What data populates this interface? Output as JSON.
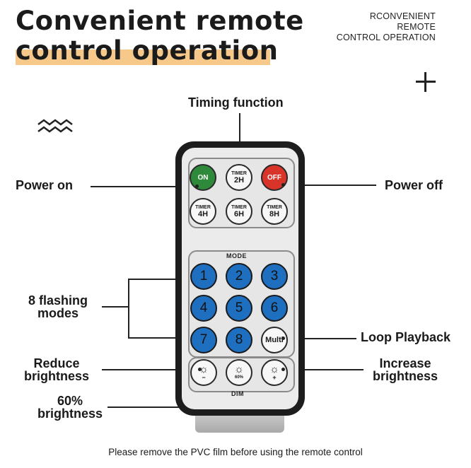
{
  "header": {
    "title_line1": "Convenient remote",
    "title_line2": "control operation",
    "subtitle_lines": [
      "RCONVENIENT",
      "REMOTE",
      "CONTROL OPERATION"
    ],
    "highlight_color": "#f6c98b"
  },
  "labels": {
    "timing_function": "Timing function",
    "power_on": "Power on",
    "power_off": "Power off",
    "flashing_modes_line1": "8 flashing",
    "flashing_modes_line2": "modes",
    "loop_playback": "Loop Playback",
    "reduce_brightness_line1": "Reduce",
    "reduce_brightness_line2": "brightness",
    "increase_brightness_line1": "Increase",
    "increase_brightness_line2": "brightness",
    "brightness_60_line1": "60%",
    "brightness_60_line2": "brightness"
  },
  "remote": {
    "top_buttons": {
      "on": "ON",
      "timer_word": "TIMER",
      "timer_2h": "2H",
      "off": "OFF",
      "timer_4h": "4H",
      "timer_6h": "6H",
      "timer_8h": "8H"
    },
    "mode_label": "MODE",
    "mode_buttons": [
      "1",
      "2",
      "3",
      "4",
      "5",
      "6",
      "7",
      "8"
    ],
    "multi_label": "Multi",
    "dim_label": "DIM",
    "dim_buttons": {
      "minus": "−",
      "percent": "60%",
      "plus": "+"
    },
    "colors": {
      "on": "#2e8a3a",
      "off": "#d8342a",
      "mode_blue": "#1f6fc0"
    }
  },
  "icons": {
    "plus": "plus-icon",
    "zigzag": "zigzag-icon",
    "sun": "sun-icon"
  },
  "footer": {
    "note": "Please remove the PVC film before using the remote control"
  }
}
